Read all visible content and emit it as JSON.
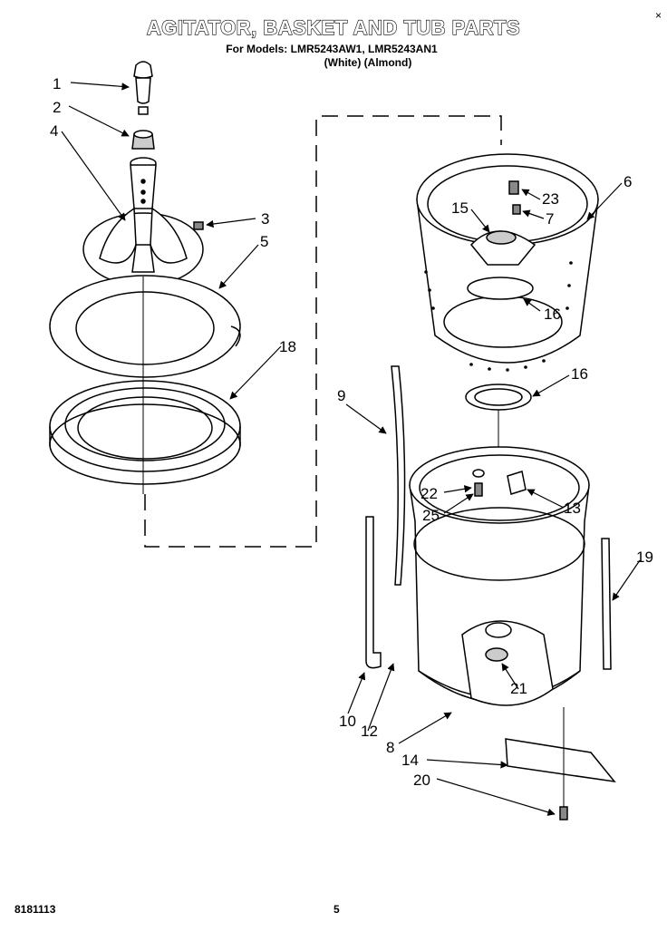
{
  "header": {
    "title": "AGITATOR, BASKET AND TUB PARTS",
    "models_line": "For Models: LMR5243AW1, LMR5243AN1",
    "colors_line": "(White)      (Almond)",
    "close_glyph": "×"
  },
  "callouts": [
    "1",
    "2",
    "3",
    "4",
    "5",
    "6",
    "7",
    "8",
    "9",
    "10",
    "12",
    "13",
    "14",
    "15",
    "16",
    "16",
    "18",
    "19",
    "20",
    "21",
    "22",
    "23",
    "25"
  ],
  "footer": {
    "part_code": "8181113",
    "page_number": "5"
  }
}
